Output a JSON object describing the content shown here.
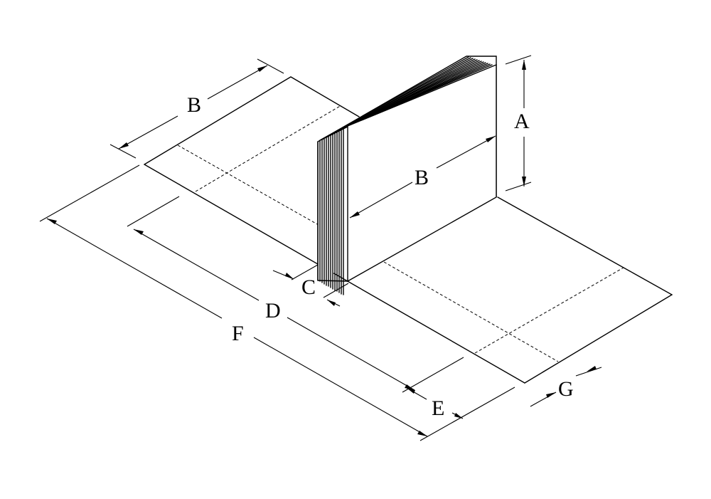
{
  "labels": {
    "a": "A",
    "b_top": "B",
    "b_panel": "B",
    "c": "C",
    "d": "D",
    "e": "E",
    "f": "F",
    "g": "G"
  }
}
